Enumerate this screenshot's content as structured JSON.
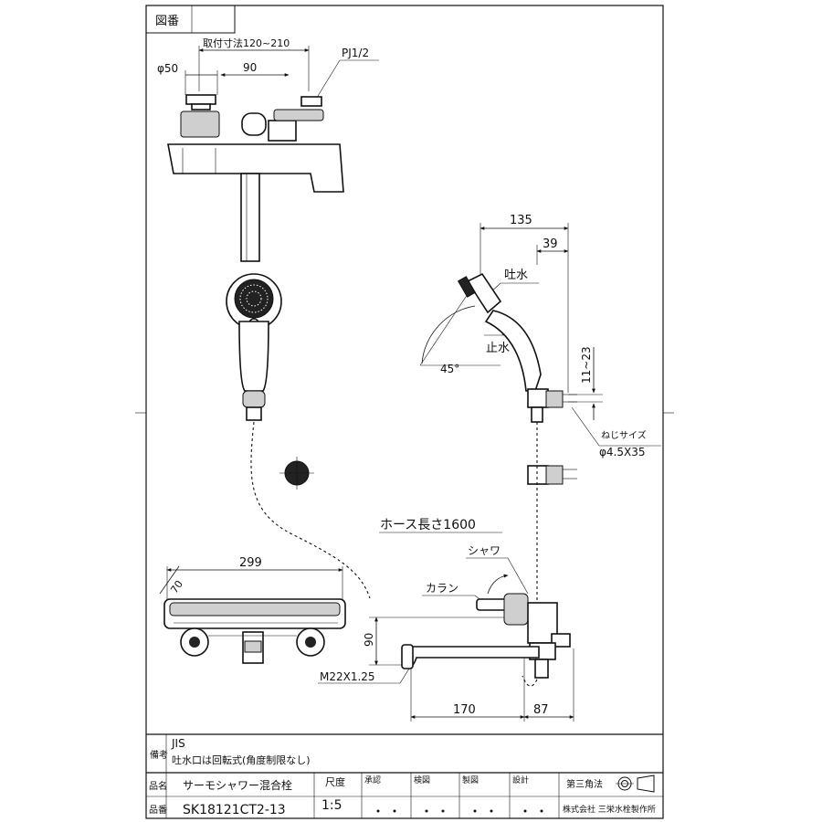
{
  "header": {
    "drawing_no_label": "図番"
  },
  "dimensions": {
    "install_range": "取付寸法120~210",
    "diameter": "φ50",
    "pitch": "90",
    "pipe_thread": "PJ1/2",
    "side_depth": "135",
    "bracket_offset": "39",
    "spout_mark": "吐水",
    "stop_mark": "止水",
    "angle": "45°",
    "bracket_range": "11~23",
    "screw_label": "ねじサイズ",
    "screw_size": "φ4.5X35",
    "hose_length": "ホース長さ1600",
    "shower_mark": "シャワ",
    "faucet_mark": "カラン",
    "width": "299",
    "top_depth": "70",
    "spout_height": "90",
    "thread": "M22X1.25",
    "spout_length": "170",
    "body_depth": "87"
  },
  "title_block": {
    "remarks_label": "備考",
    "remarks_line1": "JIS",
    "remarks_line2": "吐水口は回転式(角度制限なし)",
    "name_label": "品名",
    "product_name": "サーモシャワー混合栓",
    "number_label": "品番",
    "product_number": "SK18121CT2-13",
    "scale_label": "尺度",
    "scale_value": "1:5",
    "approve_label": "承認",
    "inspect_label": "検図",
    "draw_label": "製図",
    "design_label": "設計",
    "projection_label": "第三角法",
    "company": "株式会社 三栄水栓製作所"
  }
}
